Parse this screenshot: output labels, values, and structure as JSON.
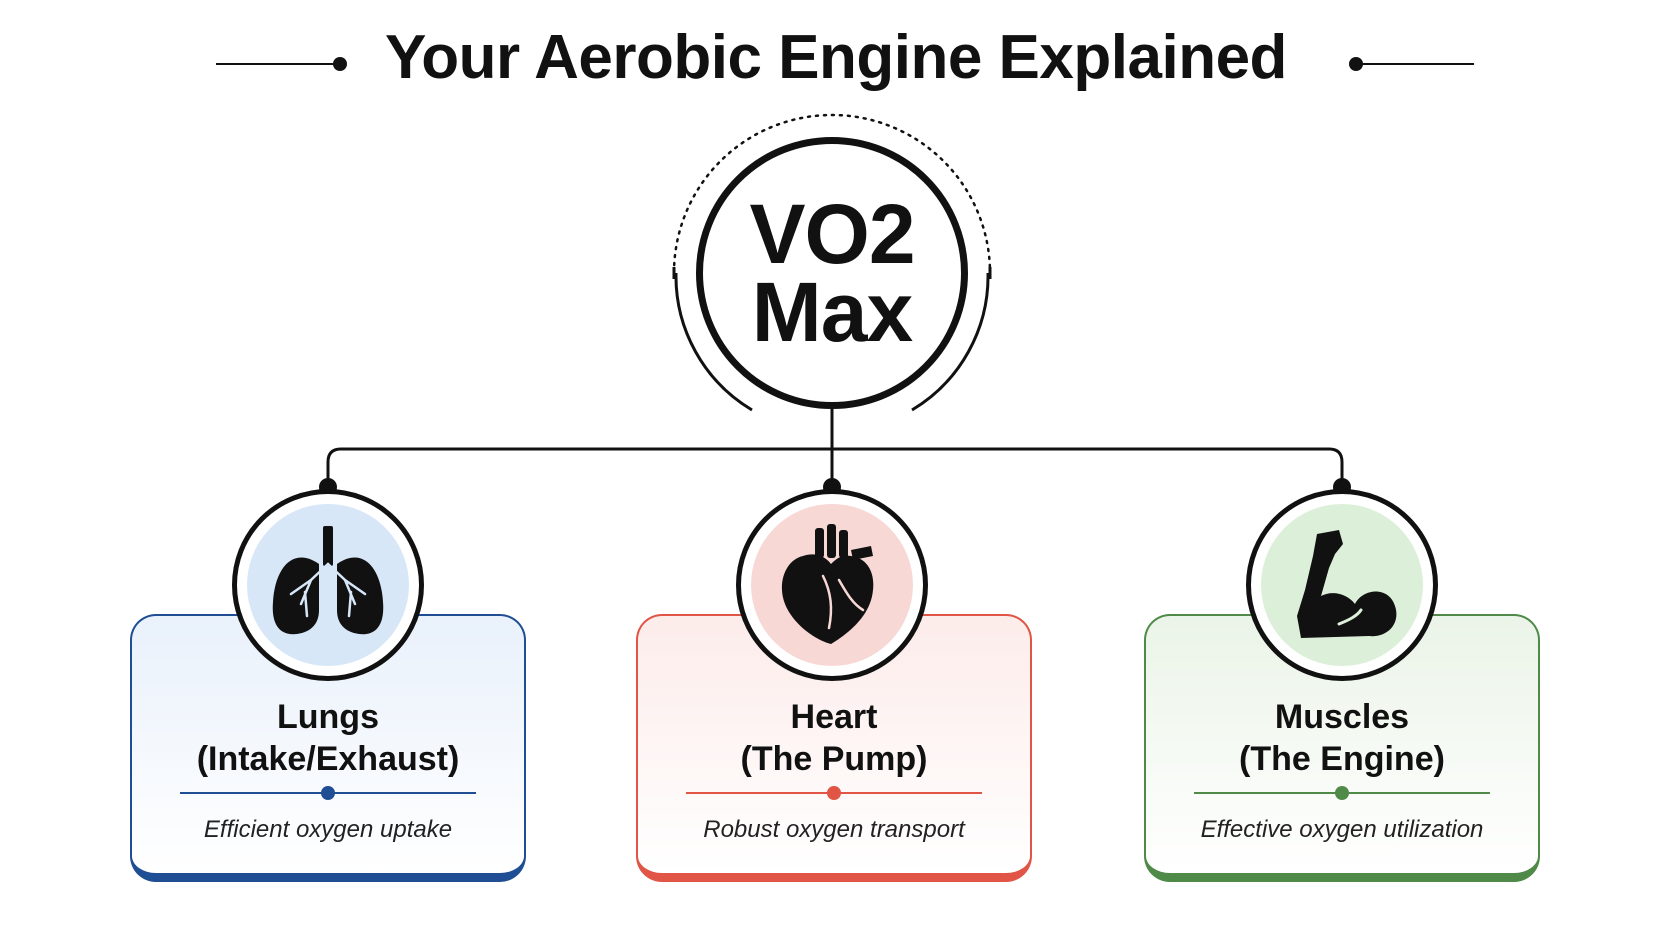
{
  "title": "Your Aerobic Engine Explained",
  "center": {
    "line1": "VO2",
    "line2": "Max"
  },
  "cards": [
    {
      "title_line1": "Lungs",
      "title_line2": "(Intake/Exhaust)",
      "tagline": "Efficient oxygen uptake",
      "icon": "lungs-icon",
      "accent": "#1f4e94",
      "fill": "#e9f1fb",
      "icon_bg": "#d7e7f8"
    },
    {
      "title_line1": "Heart",
      "title_line2": "(The Pump)",
      "tagline": "Robust oxygen transport",
      "icon": "heart-icon",
      "accent": "#e05545",
      "fill": "#fcecea",
      "icon_bg": "#f8d8d5"
    },
    {
      "title_line1": "Muscles",
      "title_line2": "(The Engine)",
      "tagline": "Effective oxygen utilization",
      "icon": "flexed-arm-icon",
      "accent": "#4f8a48",
      "fill": "#ebf4e8",
      "icon_bg": "#dcefd8"
    }
  ]
}
